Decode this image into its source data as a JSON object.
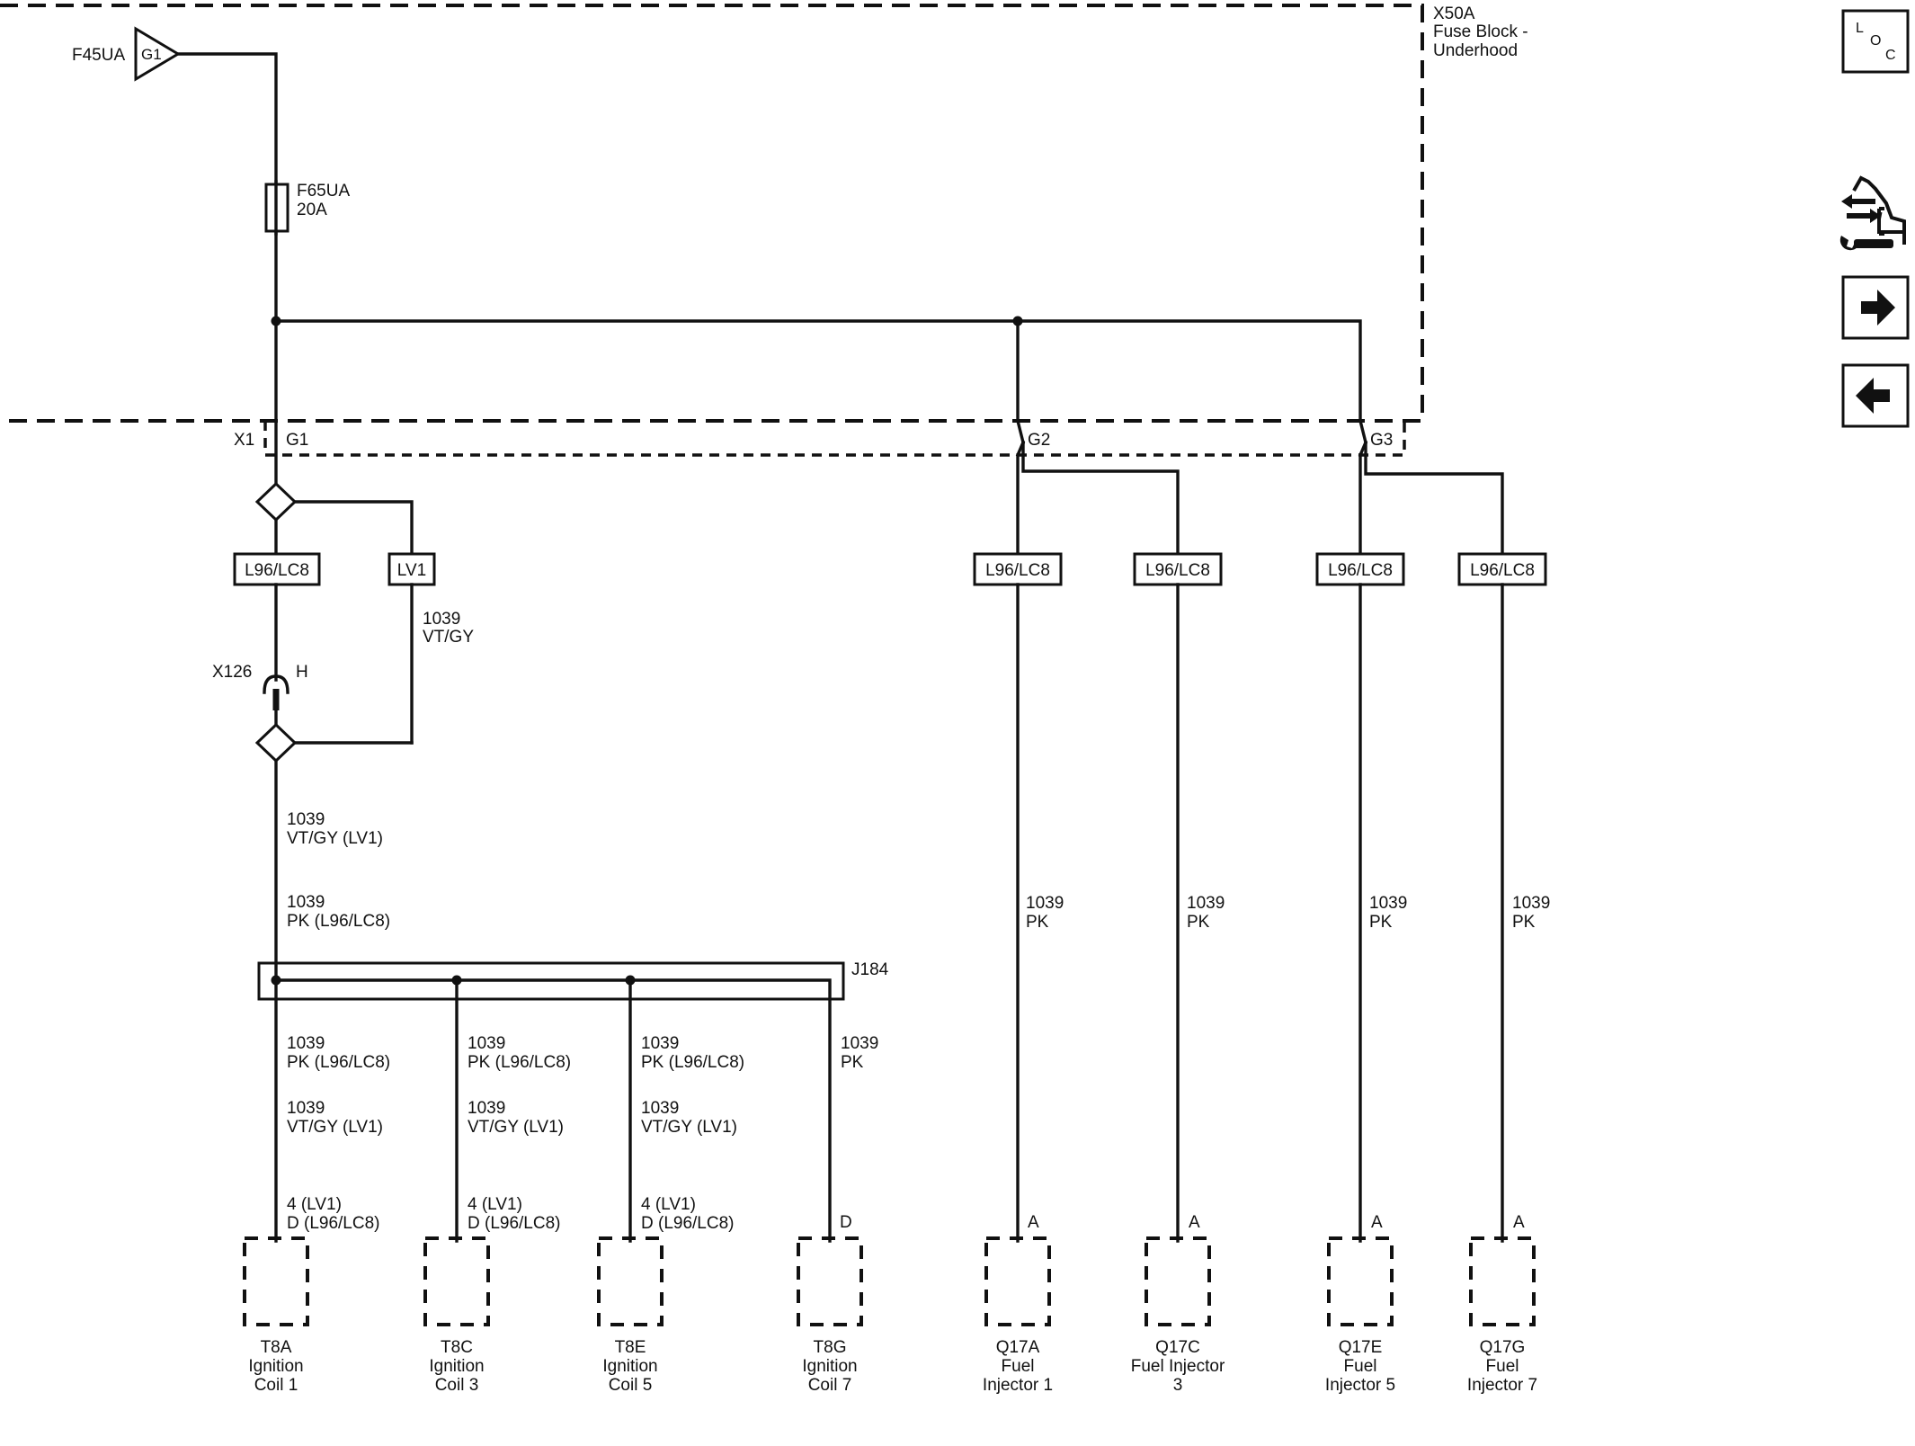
{
  "fuse_block": {
    "id": "X50A",
    "name_line1": "Fuse Block -",
    "name_line2": "Underhood",
    "input_terminal_ref": "F45UA",
    "input_terminal_pin": "G1",
    "fuse_name": "F65UA",
    "fuse_rating": "20A",
    "connector": "X1",
    "pins": [
      "G1",
      "G2",
      "G3"
    ]
  },
  "option_labels": {
    "l96_lc8": "L96/LC8",
    "lv1": "LV1"
  },
  "inline_connector": {
    "id": "X126",
    "pin": "H"
  },
  "splice": {
    "id": "J184"
  },
  "wire_labels": {
    "circuit": "1039",
    "color_vtgy": "VT/GY",
    "color_pk": "PK",
    "vtgy_lv1": "VT/GY  (LV1)",
    "pk_l96": "PK    (L96/LC8)"
  },
  "components": [
    {
      "pin_line1": "4 (LV1)",
      "pin_line2": "D (L96/LC8)",
      "ref": "T8A",
      "name_line1": "Ignition",
      "name_line2": "Coil 1"
    },
    {
      "pin_line1": "4 (LV1)",
      "pin_line2": "D (L96/LC8)",
      "ref": "T8C",
      "name_line1": "Ignition",
      "name_line2": "Coil 3"
    },
    {
      "pin_line1": "4 (LV1)",
      "pin_line2": "D (L96/LC8)",
      "ref": "T8E",
      "name_line1": "Ignition",
      "name_line2": "Coil 5"
    },
    {
      "pin": "D",
      "ref": "T8G",
      "name_line1": "Ignition",
      "name_line2": "Coil 7"
    },
    {
      "pin": "A",
      "ref": "Q17A",
      "name_line1": "Fuel",
      "name_line2": "Injector 1"
    },
    {
      "pin": "A",
      "ref": "Q17C",
      "name_line1": "Fuel Injector",
      "name_line2": "3"
    },
    {
      "pin": "A",
      "ref": "Q17E",
      "name_line1": "Fuel",
      "name_line2": "Injector 5"
    },
    {
      "pin": "A",
      "ref": "Q17G",
      "name_line1": "Fuel",
      "name_line2": "Injector 7"
    }
  ],
  "nav": {
    "loc_letters": [
      "L",
      "O",
      "C"
    ],
    "tool_icon": "wrench-arrows-icon",
    "next_icon": "arrow-right-icon",
    "prev_icon": "arrow-left-icon"
  }
}
